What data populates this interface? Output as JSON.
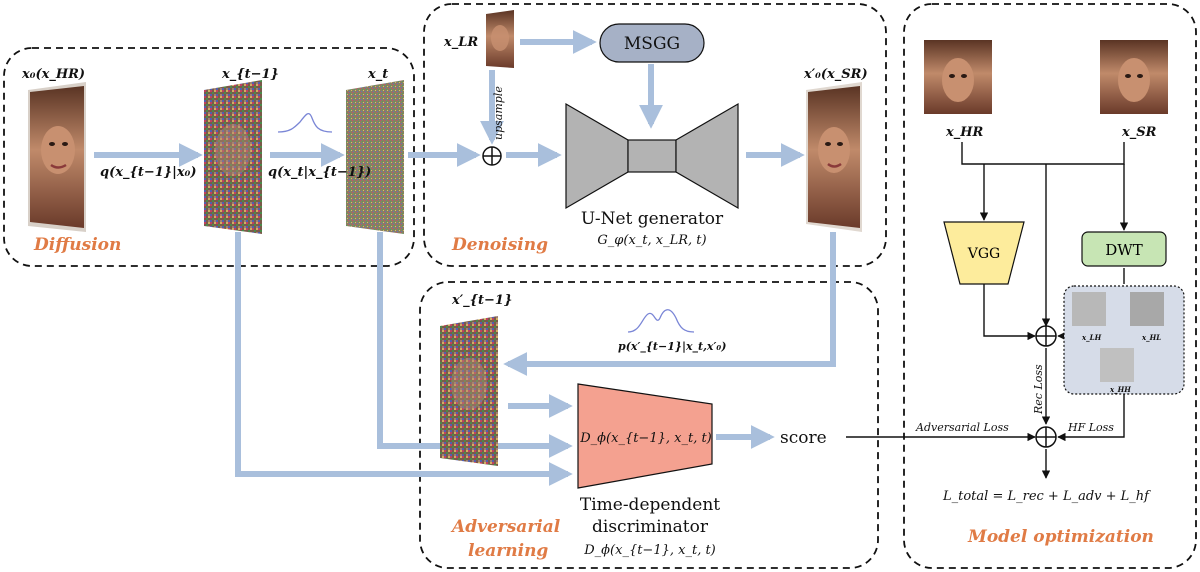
{
  "sections": {
    "diffusion": "Diffusion",
    "denoising": "Denoising",
    "adversarial_1": "Adversarial",
    "adversarial_2": "learning",
    "model_opt": "Model optimization"
  },
  "labels": {
    "x0_hr": "x₀(x_HR)",
    "x_t_minus_1": "x_{t−1}",
    "x_t": "x_t",
    "x_lr": "x_LR",
    "x0_sr": "x′₀(x_SR)",
    "x_t_minus_1_prime": "x′_{t−1}",
    "x_hr": "x_HR",
    "x_sr": "x_SR"
  },
  "equations": {
    "q_forward_1": "q(x_{t−1}|x₀)",
    "q_forward_2": "q(x_t|x_{t−1})",
    "p_reverse": "p(x′_{t−1}|x_t,x′₀)",
    "generator_formula": "G_φ(x_t, x_LR, t)",
    "disc_formula_box": "D_ϕ(x_{t−1}, x_t, t)",
    "disc_formula_caption": "D_ϕ(x_{t−1}, x_t, t)",
    "total_loss": "L_total = L_rec + L_adv + L_hf"
  },
  "blocks": {
    "msgg": "MSGG",
    "upsample": "upsample",
    "unet_caption": "U-Net generator",
    "disc_caption_1": "Time-dependent",
    "disc_caption_2": "discriminator",
    "score": "score",
    "vgg": "VGG",
    "dwt": "DWT"
  },
  "losses": {
    "rec": "Rec Loss",
    "adversarial": "Adversarial Loss",
    "hf": "HF Loss"
  },
  "dwt_bands": {
    "lh": "x_LH",
    "hl": "x_HL",
    "hh": "x_HH"
  },
  "colors": {
    "arrow": "#a9bfdc",
    "msgg": "#a6b1c6",
    "unet": "#b3b3b3",
    "disc": "#f4a190",
    "vgg": "#fdec9c",
    "dwt": "#c7e5b4",
    "section_title": "#e07b45"
  }
}
